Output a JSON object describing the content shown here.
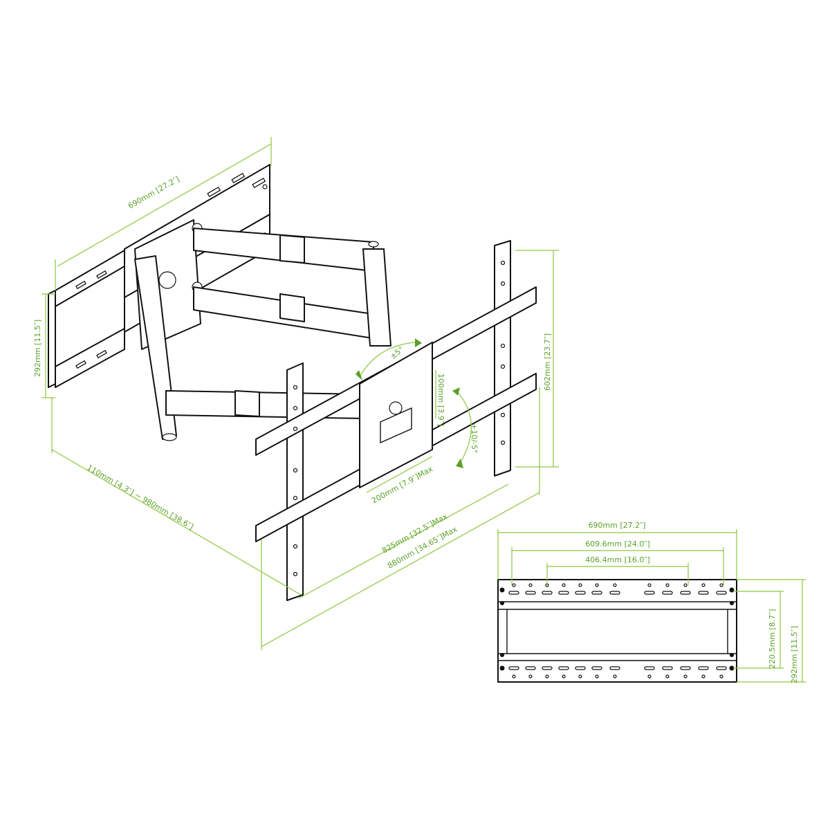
{
  "colors": {
    "dimension_line": "#8cc63f",
    "dimension_text": "#5aa028",
    "drawing": "#111111",
    "background": "#ffffff"
  },
  "isometric_view": {
    "labels": {
      "wall_plate_width": "690mm [27.2″]",
      "wall_plate_height": "292mm [11.5″]",
      "extension": "110mm [4.3″] ~ 980mm [38.6″]",
      "swivel": "±5°",
      "tilt": "+10/-5°",
      "vesa_min": "100mm [3.9″]",
      "vesa_h_max": "200mm [7.9″]Max",
      "rail_height": "602mm [23.7″]",
      "rail_span_inner": "825mm [32.5″]Max",
      "rail_span_outer": "880mm [34.65″]Max"
    }
  },
  "front_view": {
    "labels": {
      "overall_width": "690mm [27.2″]",
      "hole_spacing_outer": "609.6mm [24.0″]",
      "hole_spacing_inner": "406.4mm [16.0″]",
      "hole_spacing_vertical": "220.5mm [8.7″]",
      "overall_height": "292mm [11.5″]"
    }
  }
}
